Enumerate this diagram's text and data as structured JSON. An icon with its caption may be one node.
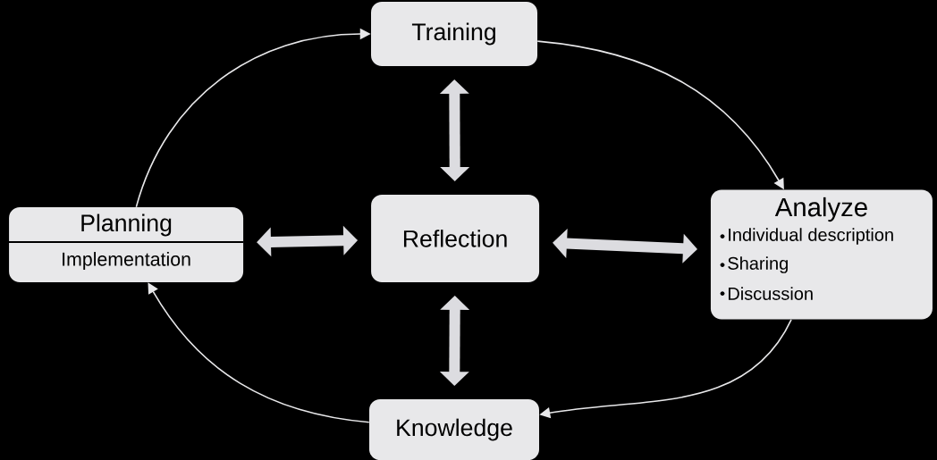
{
  "diagram": {
    "nodes": [
      {
        "text": [
          "Training"
        ]
      },
      {
        "text": [
          "Planning",
          "Implementation"
        ]
      },
      {
        "text": [
          "Reflection"
        ]
      },
      {
        "text": [
          "Analyze",
          "Individual description",
          "Sharing",
          "Discussion"
        ]
      },
      {
        "text": [
          "Knowledge"
        ]
      }
    ],
    "edges": [
      {
        "from": 0,
        "to": 3,
        "arrow": "to"
      },
      {
        "from": 3,
        "to": 4,
        "arrow": "to"
      },
      {
        "from": 4,
        "to": 1,
        "arrow": "to"
      },
      {
        "from": 1,
        "to": 0,
        "arrow": "to"
      },
      {
        "from": 0,
        "to": 2,
        "arrow": "both",
        "style": "thick"
      },
      {
        "from": 1,
        "to": 2,
        "arrow": "both",
        "style": "thick"
      },
      {
        "from": 2,
        "to": 3,
        "arrow": "both",
        "style": "thick"
      },
      {
        "from": 2,
        "to": 4,
        "arrow": "both",
        "style": "thick"
      }
    ]
  }
}
